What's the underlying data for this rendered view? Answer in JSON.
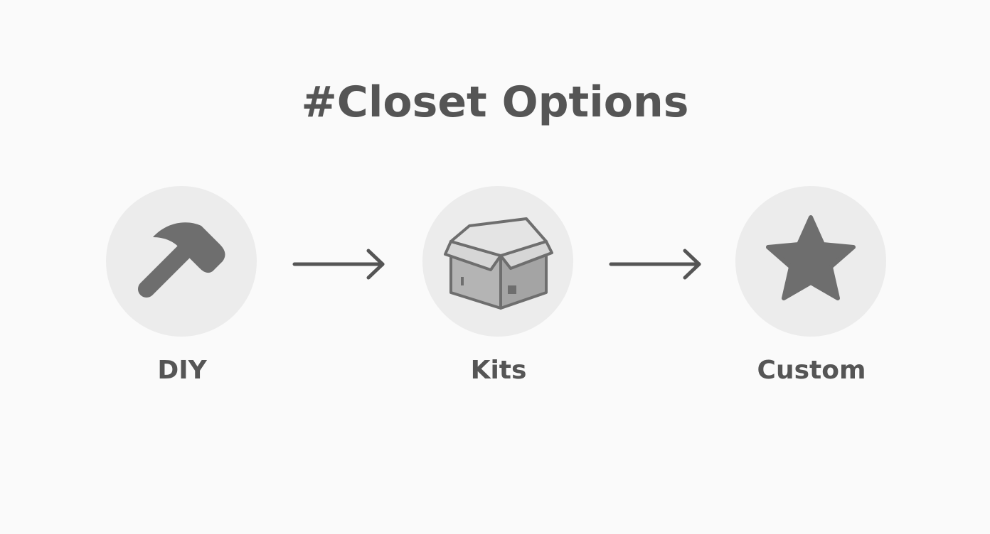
{
  "title": "#Closet Options",
  "steps": [
    {
      "label": "DIY",
      "icon": "hammer-icon"
    },
    {
      "label": "Kits",
      "icon": "box-icon"
    },
    {
      "label": "Custom",
      "icon": "star-icon"
    }
  ],
  "colors": {
    "background": "#fafafa",
    "circle": "#ececec",
    "icon": "#6e6e6e",
    "text": "#555555"
  }
}
